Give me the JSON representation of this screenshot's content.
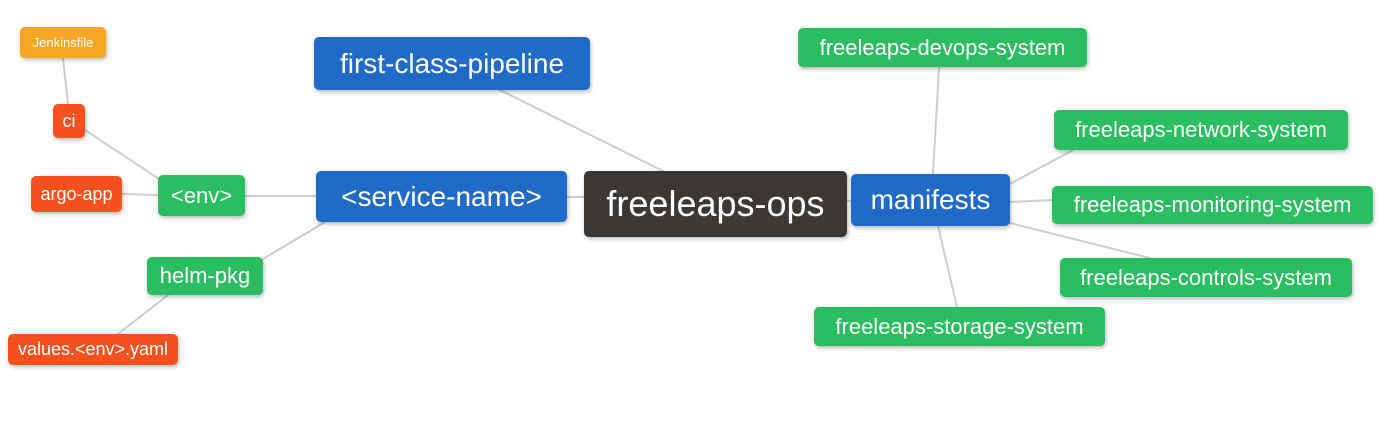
{
  "diagram": {
    "background_color": "#ffffff",
    "connector_color": "#cccccc",
    "palette": {
      "root_dark": "#3b3734",
      "blue": "#1f6bc7",
      "green": "#2abe60",
      "orange": "#f7a623",
      "red_orange": "#f4511e",
      "text": "#ffffff"
    },
    "nodes": {
      "freeleaps_ops": {
        "label": "freeleaps-ops",
        "color": "#3b3734"
      },
      "first_class_pipeline": {
        "label": "first-class-pipeline",
        "color": "#1f6bc7"
      },
      "service_name": {
        "label": "<service-name>",
        "color": "#1f6bc7"
      },
      "manifests": {
        "label": "manifests",
        "color": "#1f6bc7"
      },
      "env": {
        "label": "<env>",
        "color": "#2abe60"
      },
      "helm_pkg": {
        "label": "helm-pkg",
        "color": "#2abe60"
      },
      "ci": {
        "label": "ci",
        "color": "#f4511e"
      },
      "argo_app": {
        "label": "argo-app",
        "color": "#f4511e"
      },
      "values_env_yaml": {
        "label": "values.<env>.yaml",
        "color": "#f4511e"
      },
      "jenkinsfile": {
        "label": "Jenkinsfile",
        "color": "#f7a623"
      },
      "devops_system": {
        "label": "freeleaps-devops-system",
        "color": "#2abe60"
      },
      "network_system": {
        "label": "freeleaps-network-system",
        "color": "#2abe60"
      },
      "monitoring_system": {
        "label": "freeleaps-monitoring-system",
        "color": "#2abe60"
      },
      "controls_system": {
        "label": "freeleaps-controls-system",
        "color": "#2abe60"
      },
      "storage_system": {
        "label": "freeleaps-storage-system",
        "color": "#2abe60"
      }
    },
    "edges": [
      "jenkinsfile-ci",
      "ci-env",
      "argo_app-env",
      "env-service_name",
      "helm_pkg-service_name",
      "values_env_yaml-helm_pkg",
      "first_class_pipeline-freeleaps_ops",
      "service_name-freeleaps_ops",
      "freeleaps_ops-manifests",
      "manifests-devops_system",
      "manifests-network_system",
      "manifests-monitoring_system",
      "manifests-controls_system",
      "manifests-storage_system"
    ]
  }
}
